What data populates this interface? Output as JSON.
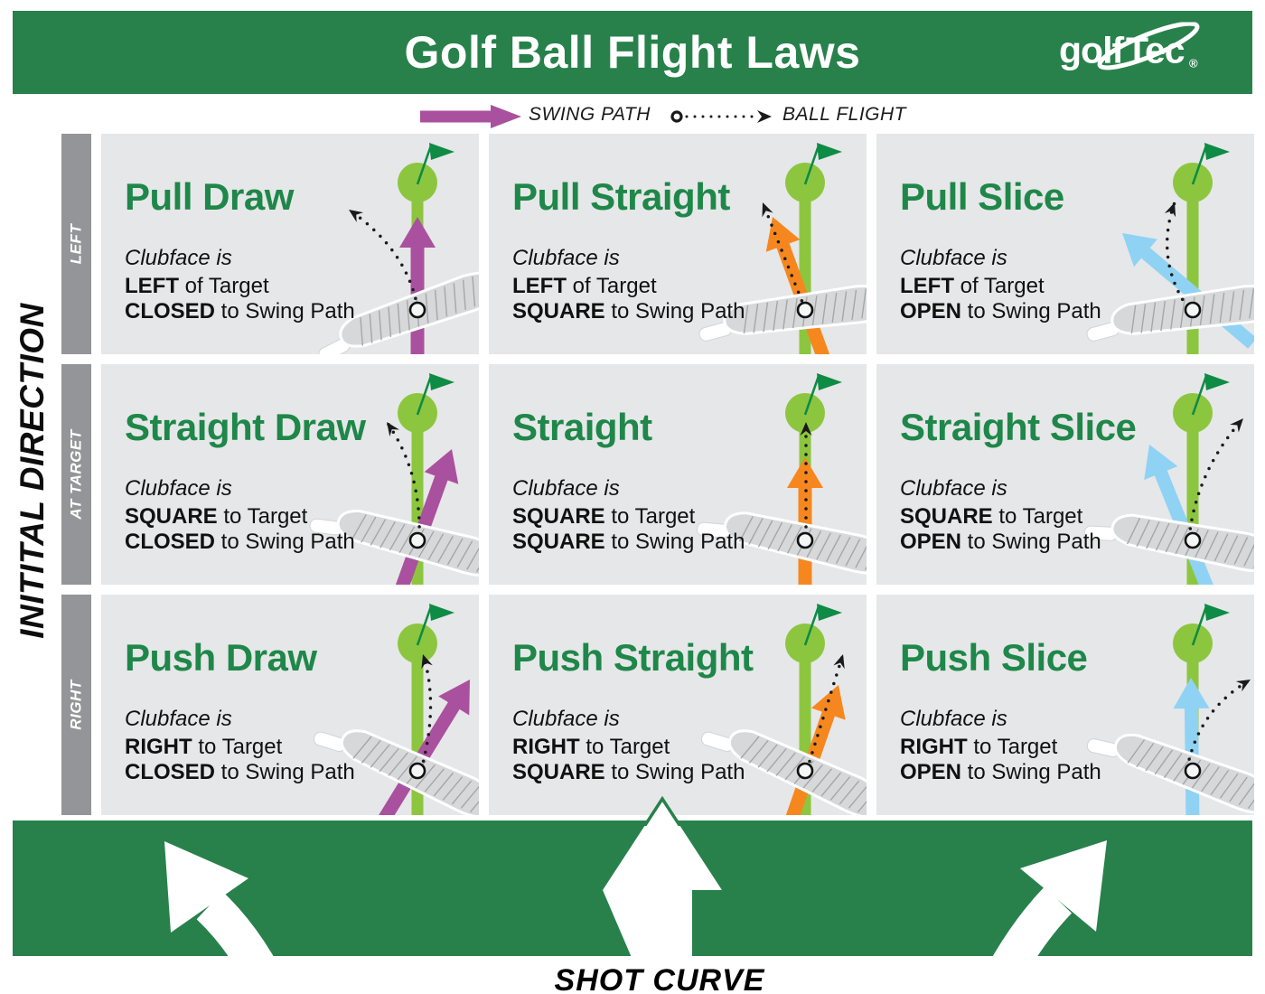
{
  "header": {
    "title": "Golf Ball Flight Laws",
    "logo": {
      "part1": "golf",
      "part2": "Tec",
      "registered": "®"
    }
  },
  "legend": {
    "swing_path_label": "SWING PATH",
    "ball_flight_label": "BALL FLIGHT"
  },
  "left_axis": {
    "label": "INITITAL DIRECTION",
    "rows": [
      "LEFT",
      "AT TARGET",
      "RIGHT"
    ]
  },
  "footer": {
    "label": "SHOT CURVE"
  },
  "colors": {
    "brand_green": "#28814B",
    "title_green": "#1E8749",
    "magenta": "#A9519E",
    "orange": "#F6871F",
    "light_blue": "#8FD2F4",
    "cell_bg": "#E6E7E8",
    "row_bar_gray": "#939598",
    "pole_green": "#8CC63F",
    "flag_green": "#0E8B45",
    "ink": "#1A1A1A"
  },
  "cells": [
    {
      "title": "Pull Draw",
      "clubface": "Clubface is",
      "target_bold": "LEFT",
      "target_rest": " of Target",
      "path_bold": "CLOSED",
      "path_rest": " to Swing Path",
      "swing_path_color": "magenta",
      "swing_path_dir": "straight",
      "ball_flight": "curves-left"
    },
    {
      "title": "Pull Straight",
      "clubface": "Clubface is",
      "target_bold": "LEFT",
      "target_rest": " of Target",
      "path_bold": "SQUARE",
      "path_rest": " to Swing Path",
      "swing_path_color": "orange",
      "swing_path_dir": "left",
      "ball_flight": "straight-left"
    },
    {
      "title": "Pull Slice",
      "clubface": "Clubface is",
      "target_bold": "LEFT",
      "target_rest": " of Target",
      "path_bold": "OPEN",
      "path_rest": " to Swing Path",
      "swing_path_color": "light_blue",
      "swing_path_dir": "hard-left",
      "ball_flight": "starts-left-curves-right"
    },
    {
      "title": "Straight Draw",
      "clubface": "Clubface is",
      "target_bold": "SQUARE",
      "target_rest": " to Target",
      "path_bold": "CLOSED",
      "path_rest": " to Swing Path",
      "swing_path_color": "magenta",
      "swing_path_dir": "right",
      "ball_flight": "curves-left"
    },
    {
      "title": "Straight",
      "clubface": "Clubface is",
      "target_bold": "SQUARE",
      "target_rest": " to Target",
      "path_bold": "SQUARE",
      "path_rest": " to Swing Path",
      "swing_path_color": "orange",
      "swing_path_dir": "straight",
      "ball_flight": "straight"
    },
    {
      "title": "Straight Slice",
      "clubface": "Clubface is",
      "target_bold": "SQUARE",
      "target_rest": " to Target",
      "path_bold": "OPEN",
      "path_rest": " to Swing Path",
      "swing_path_color": "light_blue",
      "swing_path_dir": "left",
      "ball_flight": "curves-right"
    },
    {
      "title": "Push Draw",
      "clubface": "Clubface is",
      "target_bold": "RIGHT",
      "target_rest": " to Target",
      "path_bold": "CLOSED",
      "path_rest": " to Swing Path",
      "swing_path_color": "magenta",
      "swing_path_dir": "hard-right",
      "ball_flight": "starts-right-curves-left"
    },
    {
      "title": "Push Straight",
      "clubface": "Clubface is",
      "target_bold": "RIGHT",
      "target_rest": " to Target",
      "path_bold": "SQUARE",
      "path_rest": " to Swing Path",
      "swing_path_color": "orange",
      "swing_path_dir": "right",
      "ball_flight": "straight-right"
    },
    {
      "title": "Push Slice",
      "clubface": "Clubface is",
      "target_bold": "RIGHT",
      "target_rest": " to Target",
      "path_bold": "OPEN",
      "path_rest": " to Swing Path",
      "swing_path_color": "light_blue",
      "swing_path_dir": "straight",
      "ball_flight": "curves-right"
    }
  ]
}
